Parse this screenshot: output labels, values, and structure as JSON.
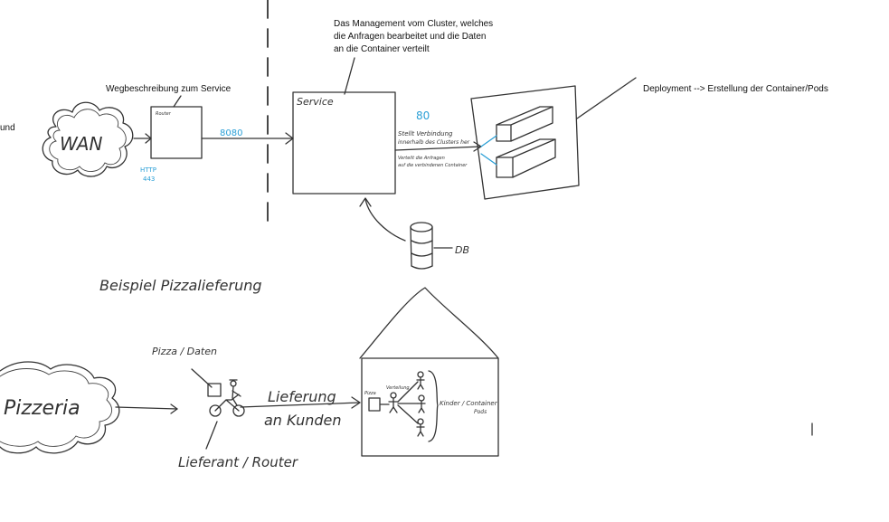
{
  "notes": {
    "management_line1": "Das Management vom Cluster, welches",
    "management_line2": "die Anfragen bearbeitet und die Daten",
    "management_line3": "an die Container verteilt",
    "wegbeschreibung": "Wegbeschreibung zum Service",
    "deployment": "Deployment --> Erstellung der Container/Pods",
    "left_cut": "und"
  },
  "upper": {
    "wan": "WAN",
    "router": "Router",
    "http": "HTTP",
    "http_port": "443",
    "port_8080": "8080",
    "service": "Service",
    "port_80": "80",
    "conn_line1": "Stellt Verbindung",
    "conn_line2": "innerhalb des Clusters her",
    "dist_line1": "Verteilt die Anfragen",
    "dist_line2": "auf die verbindenen Container",
    "db": "DB"
  },
  "lower": {
    "beispiel": "Beispiel Pizzalieferung",
    "pizzeria": "Pizzeria",
    "pizza_daten": "Pizza / Daten",
    "lieferant": "Lieferant / Router",
    "lieferung1": "Lieferung",
    "lieferung2": "an Kunden",
    "pizza_small": "Pizza",
    "verteilung": "Verteilung",
    "kinder_line1": "Kinder / Container",
    "kinder_line2": "Pods"
  },
  "colors": {
    "accent_blue": "#2a9fd6",
    "ink": "#333333"
  }
}
